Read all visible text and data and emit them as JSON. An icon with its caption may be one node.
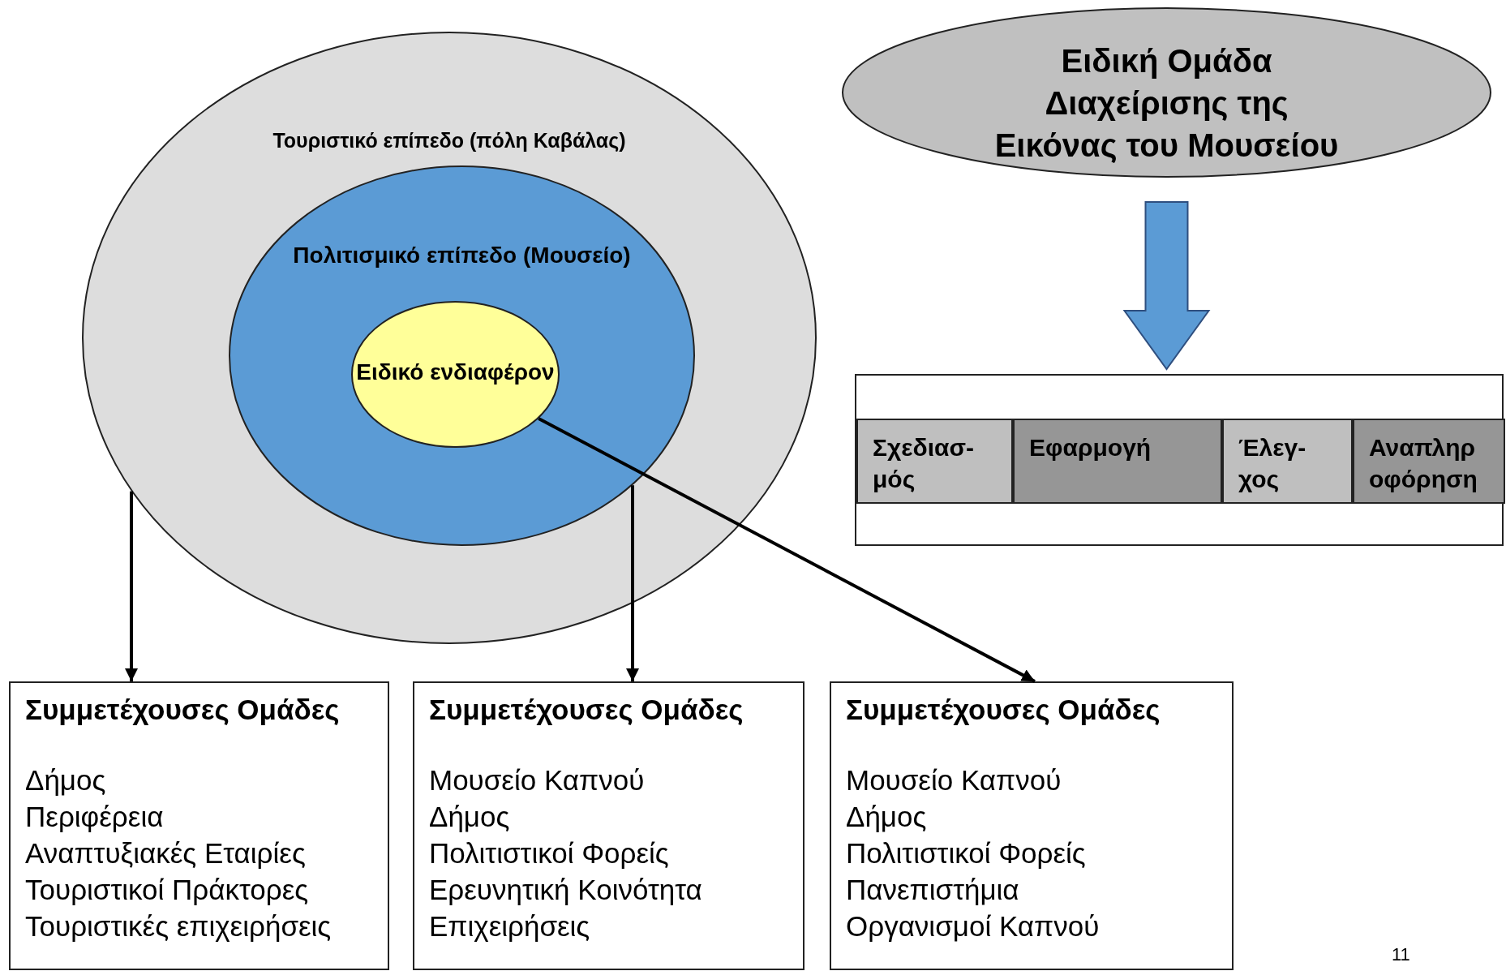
{
  "diagram": {
    "nodes": [
      {
        "text": [
          "Τουριστικό επίπεδο (πόλη Καβάλας)"
        ]
      },
      {
        "text": [
          "Πολιτισμικό επίπεδο (Μουσείο)"
        ],
        "in": 0
      },
      {
        "text": [
          "Ειδικό ενδιαφέρον"
        ],
        "in": 1
      },
      {
        "text": [
          "Ειδική Ομάδα Διαχείρισης της Εικόνας του Μουσείου"
        ]
      },
      {
        "text": [],
        "shape": "box"
      },
      {
        "text": [
          "Σχεδιασ- μός"
        ],
        "in": 4
      },
      {
        "text": [
          "Εφαρμογή"
        ],
        "in": 4
      },
      {
        "text": [
          "Έλεγ- χος"
        ],
        "in": 4
      },
      {
        "text": [
          "Αναπληρ οφόρηση"
        ],
        "in": 4
      },
      {
        "text": [
          "Συμμετέχουσες Ομάδες",
          "Δήμος",
          "Περιφέρεια",
          "Αναπτυξιακές Εταιρίες",
          "Τουριστικοί Πράκτορες",
          "Τουριστικές επιχειρήσεις"
        ]
      },
      {
        "text": [
          "Συμμετέχουσες Ομάδες",
          "Μουσείο Καπνού",
          "Δήμος",
          "Πολιτιστικοί Φορείς",
          "Ερευνητική Κοινότητα",
          "Επιχειρήσεις"
        ]
      },
      {
        "text": [
          "Συμμετέχουσες Ομάδες",
          "Μουσείο Καπνού",
          "Δήμος",
          "Πολιτιστικοί Φορείς",
          "Πανεπιστήμια",
          "Οργανισμοί Καπνού"
        ]
      }
    ],
    "edges": [
      {
        "from": 3,
        "to": 4,
        "arrow": "to",
        "style": "thick",
        "color": "#5b9bd5"
      },
      {
        "from": 0,
        "to": 9,
        "arrow": "to"
      },
      {
        "from": 1,
        "to": 10,
        "arrow": "to"
      },
      {
        "from": 2,
        "to": 11,
        "arrow": "to"
      }
    ],
    "labels": [
      "11"
    ]
  }
}
